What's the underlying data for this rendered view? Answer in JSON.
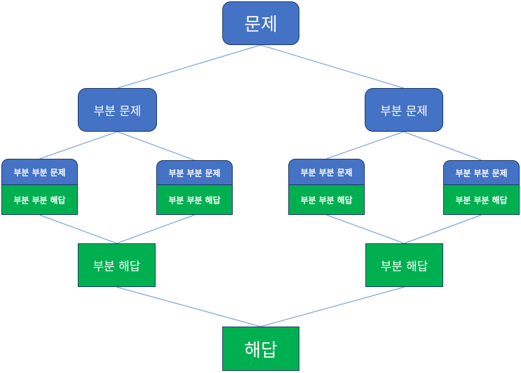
{
  "diagram": {
    "type": "divide-and-conquer tree",
    "colors": {
      "problem": "#4472c4",
      "solution": "#00b050",
      "border": "#1f3864",
      "connector": "#7fa2dd",
      "text": "#ffffff"
    },
    "root_problem": "문제",
    "subproblems": [
      {
        "label": "부분 문제",
        "leaves": [
          {
            "problem": "부분 부분 문제",
            "solution": "부분 부분 해답"
          },
          {
            "problem": "부분 부분 문제",
            "solution": "부분 부분 해답"
          }
        ],
        "solution": "부분 해답"
      },
      {
        "label": "부분 문제",
        "leaves": [
          {
            "problem": "부분 부분 문제",
            "solution": "부분 부분 해답"
          },
          {
            "problem": "부분 부분 문제",
            "solution": "부분 부분 해답"
          }
        ],
        "solution": "부분 해답"
      }
    ],
    "final_solution": "해답"
  }
}
